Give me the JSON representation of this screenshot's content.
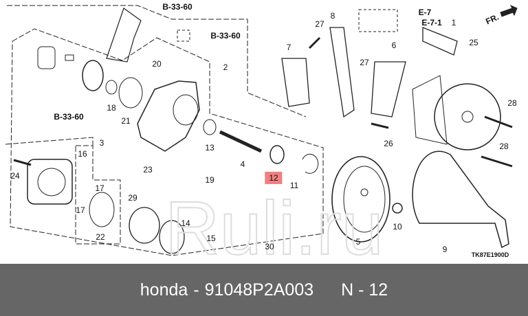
{
  "diagram": {
    "refs": [
      "B-33-60",
      "B-33-60",
      "B-33-60",
      "E-7",
      "E-7-1",
      "FR."
    ],
    "callouts": {
      "c1": "1",
      "c2": "2",
      "c3": "3",
      "c4": "4",
      "c5": "5",
      "c6": "6",
      "c7": "7",
      "c8": "8",
      "c9": "9",
      "c10": "10",
      "c11": "11",
      "c12": "12",
      "c13": "13",
      "c14": "14",
      "c15": "15",
      "c16": "16",
      "c17a": "17",
      "c17b": "17",
      "c18": "18",
      "c19": "19",
      "c20": "20",
      "c21": "21",
      "c22": "22",
      "c23": "23",
      "c24": "24",
      "c25": "25",
      "c26": "26",
      "c27a": "27",
      "c27b": "27",
      "c28a": "28",
      "c28b": "28",
      "c29": "29",
      "c30": "30"
    },
    "highlighted_part": "12",
    "highlight_color": "#f08080",
    "drawing_code": "TK87E1900D",
    "watermark": "Ruli.ru"
  },
  "footer": {
    "brand": "honda",
    "sep1": "-",
    "part_number": "91048P2A003",
    "position_label": "N - 12",
    "background": "#666666"
  }
}
